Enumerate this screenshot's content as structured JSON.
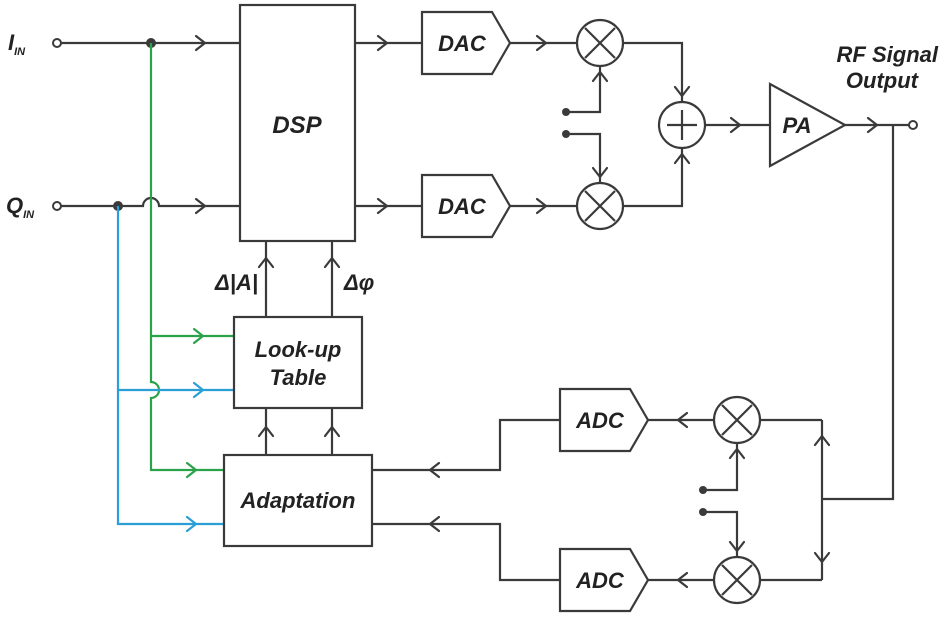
{
  "inputs": {
    "i_main": "I",
    "i_sub": "IN",
    "q_main": "Q",
    "q_sub": "IN"
  },
  "blocks": {
    "dsp": "DSP",
    "dac_top": "DAC",
    "dac_bottom": "DAC",
    "pa": "PA",
    "lut_line1": "Look-up",
    "lut_line2": "Table",
    "adaptation": "Adaptation",
    "adc_top": "ADC",
    "adc_bottom": "ADC"
  },
  "labels": {
    "delta_a": "Δ|A|",
    "delta_phi": "Δφ",
    "output_line1": "RF Signal",
    "output_line2": "Output"
  },
  "colors": {
    "wire": "#3a3a3a",
    "i_branch": "#2aa24a",
    "q_branch": "#2a9fd6"
  }
}
